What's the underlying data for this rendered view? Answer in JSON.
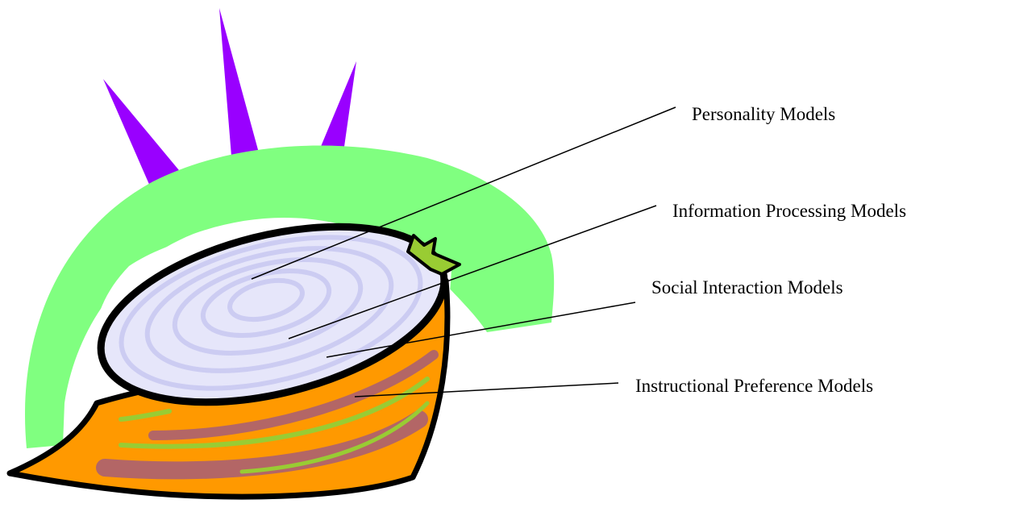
{
  "labels": {
    "personality": "Personality Models",
    "information_processing": "Information Processing Models",
    "social_interaction": "Social Interaction Models",
    "instructional_preference": "Instructional Preference Models"
  },
  "colors": {
    "halo": "#80ff80",
    "spike": "#9900ff",
    "onion_skin": "#ff9900",
    "onion_flesh": "#e6e6fa",
    "ring": "#ccccf2",
    "stripe_green": "#99cc33",
    "stripe_brown": "#b36666",
    "sprout": "#99cc33",
    "outline": "#000000",
    "leader_line": "#000000"
  }
}
